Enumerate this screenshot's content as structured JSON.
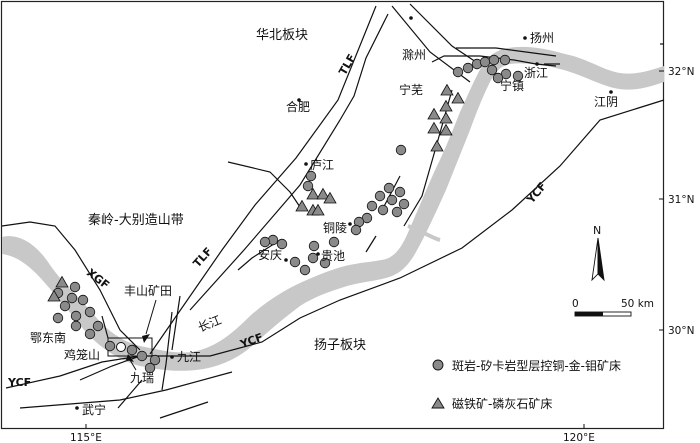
{
  "regions": {
    "north_china_block": "华北板块",
    "qinling_dabie_orogen": "秦岭-大别造山带",
    "yangtze_block": "扬子板块",
    "fengshan_orefield": "丰山矿田"
  },
  "cities": {
    "chuzhou": "滁州",
    "yangzhou": "扬州",
    "hefei": "合肥",
    "ningwu": "宁芜",
    "zhenjiang": "浙江",
    "ningzhen": "宁镇",
    "jiangyin": "江阴",
    "lujiang": "庐江",
    "tongling": "铜陵",
    "anqing": "安庆",
    "guichi": "贵池",
    "edongnan": "鄂东南",
    "jilongshan": "鸡笼山",
    "jiujiang": "九江",
    "jiurui": "九瑞",
    "wuning": "武宁"
  },
  "river": {
    "yangtze": "长江"
  },
  "faults": {
    "tlf_north": "TLF",
    "tlf_south": "TLF",
    "xgf": "XGF",
    "ycf_west": "YCF",
    "ycf_middle": "YCF",
    "ycf_east": "YCF"
  },
  "axes": {
    "lon_115": "115°E",
    "lon_120": "120°E",
    "lat_32": "32°N",
    "lat_31": "31°N",
    "lat_30": "30°N"
  },
  "north_arrow": {
    "label": "N"
  },
  "scale_bar": {
    "start": "0",
    "end": "50 km"
  },
  "legend": [
    {
      "symbol": "circle",
      "label": "斑岩-矽卡岩型层控铜-金-钼矿床"
    },
    {
      "symbol": "triangle",
      "label": "磁铁矿-磷灰石矿床"
    }
  ],
  "colors": {
    "river": "#c8c8c8",
    "deposit_fill": "#8a8a8a",
    "line": "#111111",
    "frame": "#222222"
  }
}
